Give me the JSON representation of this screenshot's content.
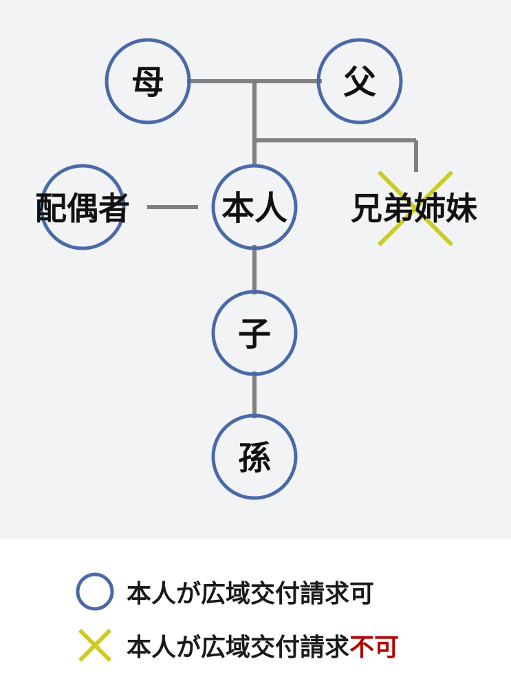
{
  "colors": {
    "panel_background": "#f2f3f4",
    "circle_stroke": "#4a69a8",
    "connector_line": "#808080",
    "cross_mark": "#cccc22",
    "label_text": "#111111",
    "negative_text": "#b30000"
  },
  "family_tree": {
    "mother": "母",
    "father": "父",
    "spouse": "配偶者",
    "self": "本人",
    "siblings": "兄弟姉妹",
    "child": "子",
    "grandchild": "孫"
  },
  "legend": {
    "allowed": {
      "icon": "circle-icon",
      "text": "本人が広域交付請求可"
    },
    "not_allowed": {
      "icon": "cross-icon",
      "text_prefix": "本人が広域交付請求",
      "text_emphasis": "不可"
    }
  }
}
